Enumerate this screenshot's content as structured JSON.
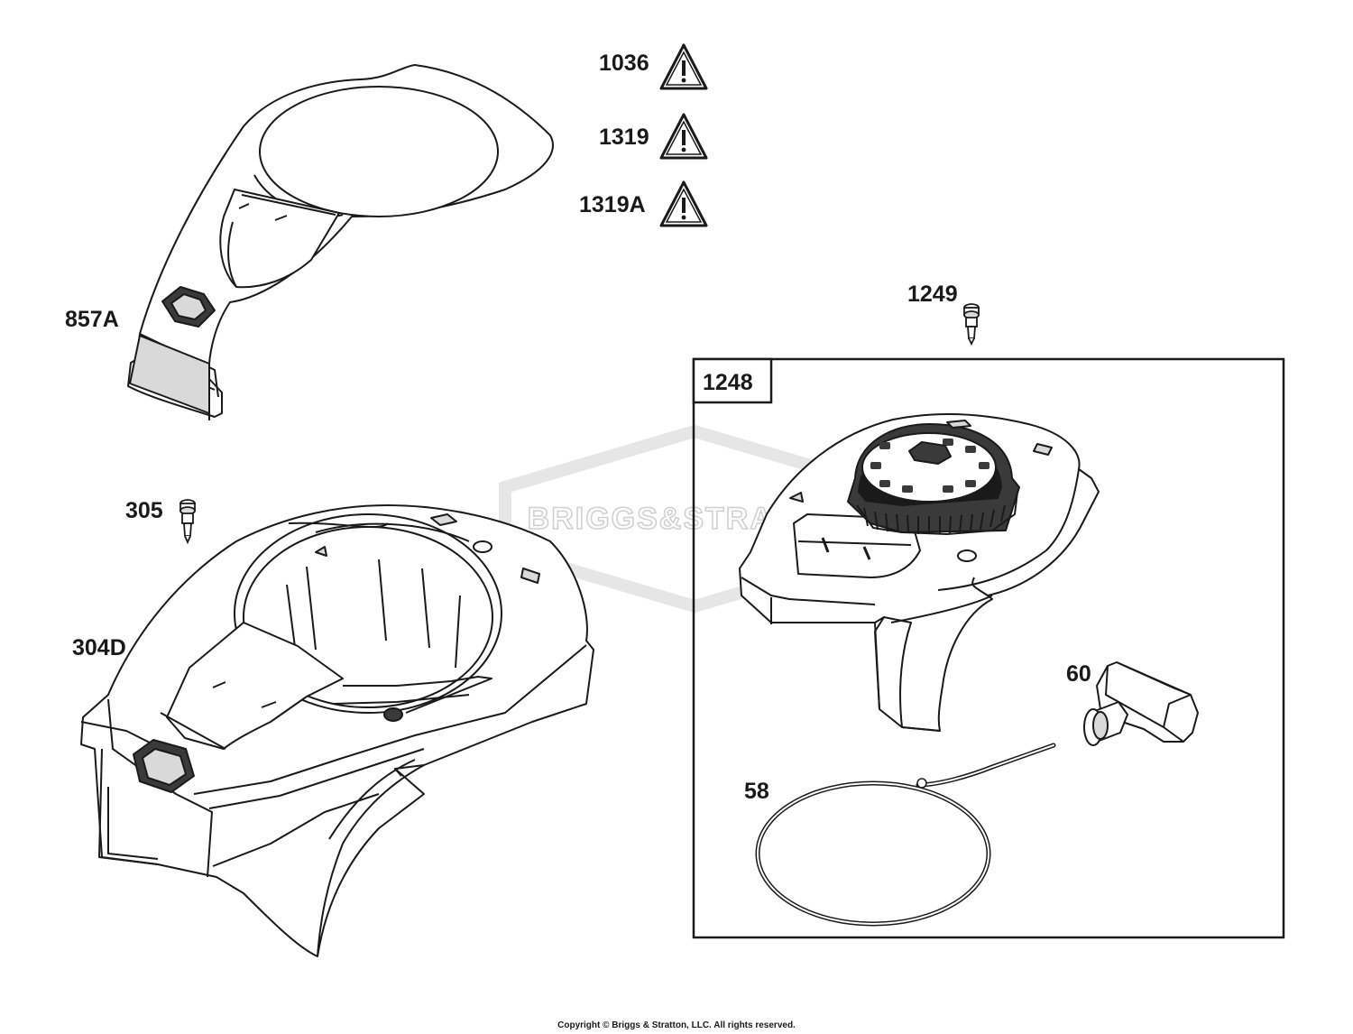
{
  "colors": {
    "line": "#1a1a1a",
    "part_fill": "#ffffff",
    "shade": "#d9d9d9",
    "dark": "#3a3a3a",
    "watermark": "#e6e6e6"
  },
  "watermark": {
    "text": "BRIGGS&STRATTON"
  },
  "parts": [
    {
      "ref": "1036",
      "kind": "warning-label"
    },
    {
      "ref": "1319",
      "kind": "warning-label"
    },
    {
      "ref": "1319A",
      "kind": "warning-label"
    },
    {
      "ref": "857A",
      "kind": "upper-shroud"
    },
    {
      "ref": "1249",
      "kind": "screw"
    },
    {
      "ref": "305",
      "kind": "screw"
    },
    {
      "ref": "304D",
      "kind": "blower-housing"
    },
    {
      "ref": "1248",
      "kind": "rewind-starter-kit"
    },
    {
      "ref": "60",
      "kind": "starter-handle"
    },
    {
      "ref": "58",
      "kind": "starter-rope"
    }
  ],
  "footer": {
    "copyright": "Copyright © Briggs & Stratton, LLC. All rights reserved."
  }
}
